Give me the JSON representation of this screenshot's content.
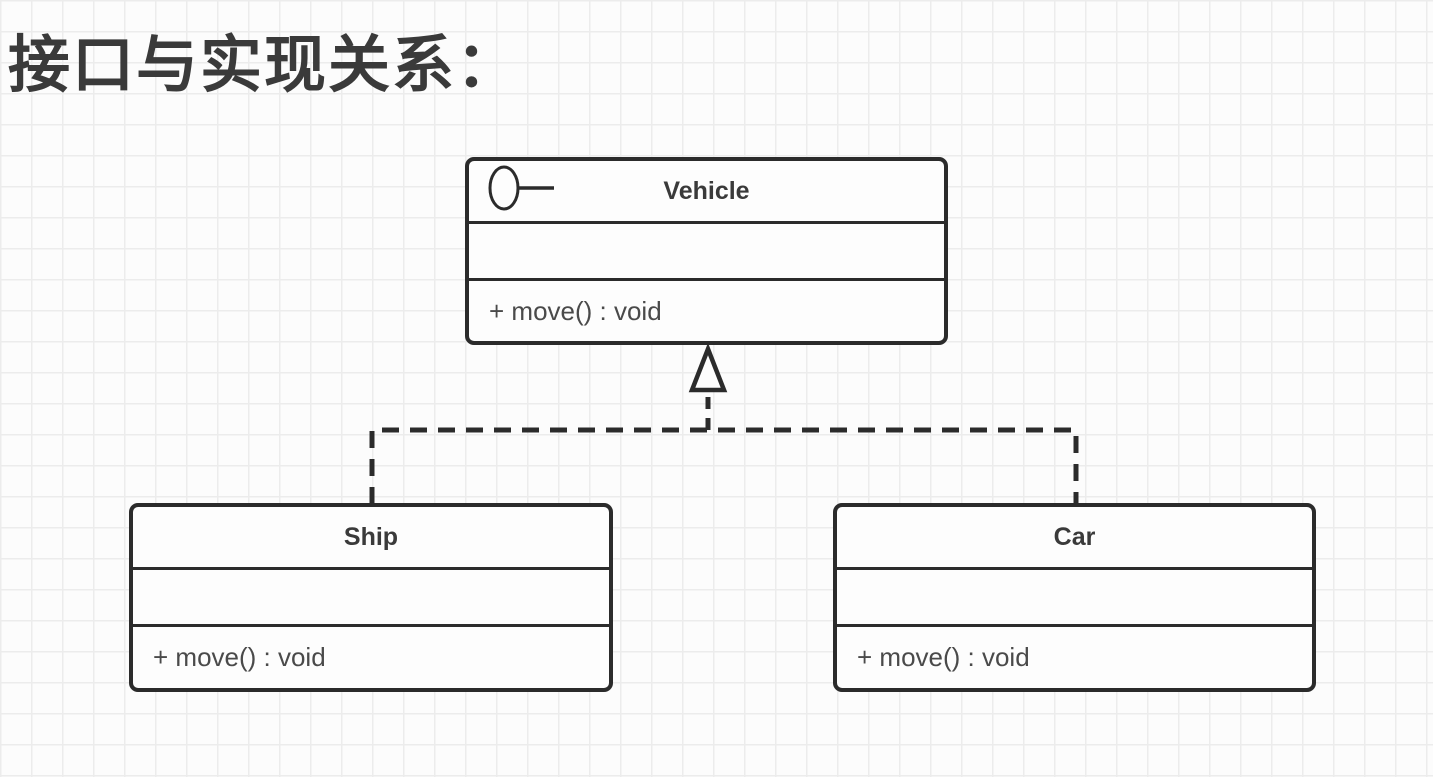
{
  "title": "接口与实现关系：",
  "colors": {
    "stroke": "#2b2b2b",
    "name_text": "#3a3a3a",
    "method_text": "#4a4a4a",
    "grid_line": "#ececec",
    "background": "#fcfcfc"
  },
  "diagram": {
    "interface_box": {
      "name": "Vehicle",
      "attributes": "",
      "method": "+ move() : void",
      "icon": "interface-lollipop-icon"
    },
    "classes": [
      {
        "name": "Ship",
        "attributes": "",
        "method": "+ move() : void"
      },
      {
        "name": "Car",
        "attributes": "",
        "method": "+ move() : void"
      }
    ],
    "relationships": [
      {
        "type": "realization",
        "from": "Ship",
        "to": "Vehicle",
        "style": "dashed-hollow-triangle"
      },
      {
        "type": "realization",
        "from": "Car",
        "to": "Vehicle",
        "style": "dashed-hollow-triangle"
      }
    ]
  }
}
